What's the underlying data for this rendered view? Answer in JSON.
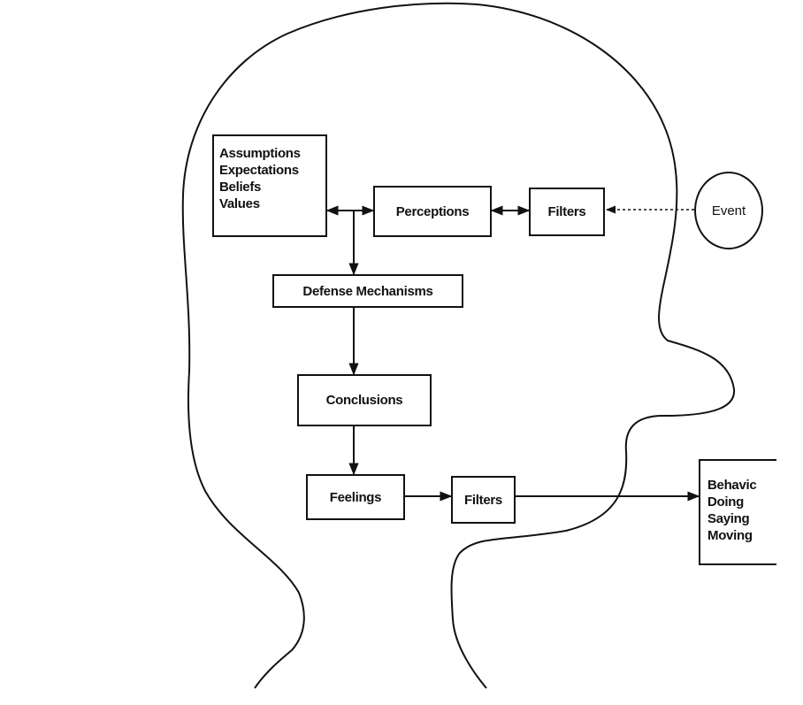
{
  "diagram": {
    "beliefs_box": {
      "lines": [
        "Assumptions",
        "Expectations",
        "Beliefs",
        "Values"
      ]
    },
    "perceptions": "Perceptions",
    "input_filters": "Filters",
    "event": "Event",
    "defense_mechanisms": "Defense Mechanisms",
    "conclusions": "Conclusions",
    "feelings": "Feelings",
    "output_filters": "Filters",
    "behavior_box": {
      "lines": [
        "Behavic",
        "Doing",
        "Saying",
        "Moving"
      ]
    }
  }
}
